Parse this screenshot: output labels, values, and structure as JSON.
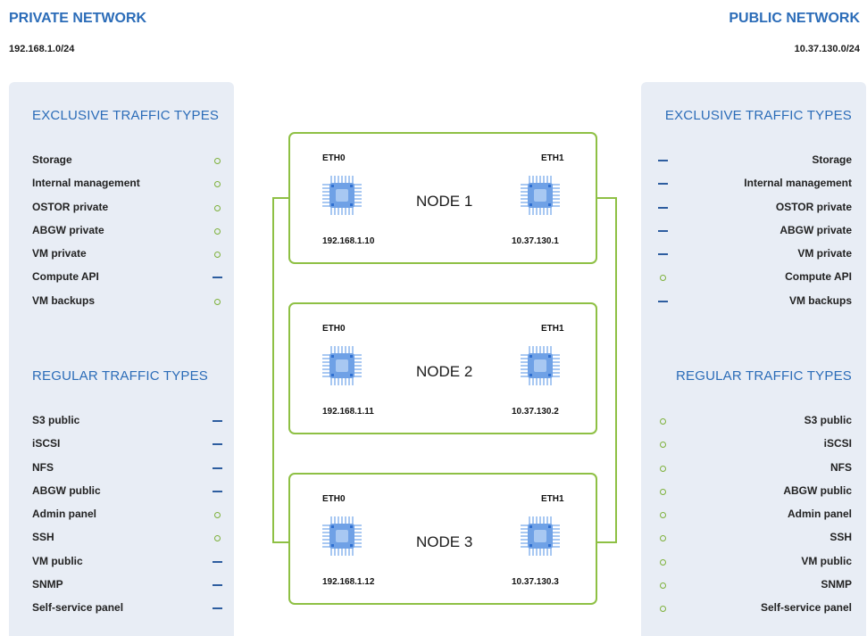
{
  "private_network": {
    "title": "PRIVATE NETWORK",
    "subnet": "192.168.1.0/24",
    "exclusive_title": "EXCLUSIVE TRAFFIC TYPES",
    "exclusive": [
      {
        "label": "Storage",
        "status": "enabled"
      },
      {
        "label": "Internal management",
        "status": "enabled"
      },
      {
        "label": "OSTOR private",
        "status": "enabled"
      },
      {
        "label": "ABGW private",
        "status": "enabled"
      },
      {
        "label": "VM private",
        "status": "enabled"
      },
      {
        "label": "Compute API",
        "status": "disabled"
      },
      {
        "label": "VM backups",
        "status": "enabled"
      }
    ],
    "regular_title": "REGULAR TRAFFIC TYPES",
    "regular": [
      {
        "label": "S3 public",
        "status": "disabled"
      },
      {
        "label": "iSCSI",
        "status": "disabled"
      },
      {
        "label": "NFS",
        "status": "disabled"
      },
      {
        "label": "ABGW public",
        "status": "disabled"
      },
      {
        "label": "Admin panel",
        "status": "enabled"
      },
      {
        "label": "SSH",
        "status": "enabled"
      },
      {
        "label": "VM public",
        "status": "disabled"
      },
      {
        "label": "SNMP",
        "status": "disabled"
      },
      {
        "label": "Self-service panel",
        "status": "disabled"
      }
    ]
  },
  "public_network": {
    "title": "PUBLIC NETWORK",
    "subnet": "10.37.130.0/24",
    "exclusive_title": "EXCLUSIVE TRAFFIC TYPES",
    "exclusive": [
      {
        "label": "Storage",
        "status": "disabled"
      },
      {
        "label": "Internal management",
        "status": "disabled"
      },
      {
        "label": "OSTOR private",
        "status": "disabled"
      },
      {
        "label": "ABGW private",
        "status": "disabled"
      },
      {
        "label": "VM private",
        "status": "disabled"
      },
      {
        "label": "Compute API",
        "status": "enabled"
      },
      {
        "label": "VM backups",
        "status": "disabled"
      }
    ],
    "regular_title": "REGULAR TRAFFIC TYPES",
    "regular": [
      {
        "label": "S3 public",
        "status": "enabled"
      },
      {
        "label": "iSCSI",
        "status": "enabled"
      },
      {
        "label": "NFS",
        "status": "enabled"
      },
      {
        "label": "ABGW public",
        "status": "enabled"
      },
      {
        "label": "Admin panel",
        "status": "enabled"
      },
      {
        "label": "SSH",
        "status": "enabled"
      },
      {
        "label": "VM public",
        "status": "enabled"
      },
      {
        "label": "SNMP",
        "status": "enabled"
      },
      {
        "label": "Self-service panel",
        "status": "enabled"
      }
    ]
  },
  "nodes": [
    {
      "name": "NODE 1",
      "eth0": "ETH0",
      "eth1": "ETH1",
      "ip_private": "192.168.1.10",
      "ip_public": "10.37.130.1"
    },
    {
      "name": "NODE 2",
      "eth0": "ETH0",
      "eth1": "ETH1",
      "ip_private": "192.168.1.11",
      "ip_public": "10.37.130.2"
    },
    {
      "name": "NODE 3",
      "eth0": "ETH0",
      "eth1": "ETH1",
      "ip_private": "192.168.1.12",
      "ip_public": "10.37.130.3"
    }
  ],
  "colors": {
    "accent_blue": "#2b6cb8",
    "link_green": "#8ec044",
    "enabled_dot": "#7db13a",
    "disabled_dash": "#2d5d9f",
    "panel_bg": "#e8edf5"
  },
  "icons": {
    "enabled": "circle-icon",
    "disabled": "dash-icon",
    "nic": "network-chip-icon"
  }
}
